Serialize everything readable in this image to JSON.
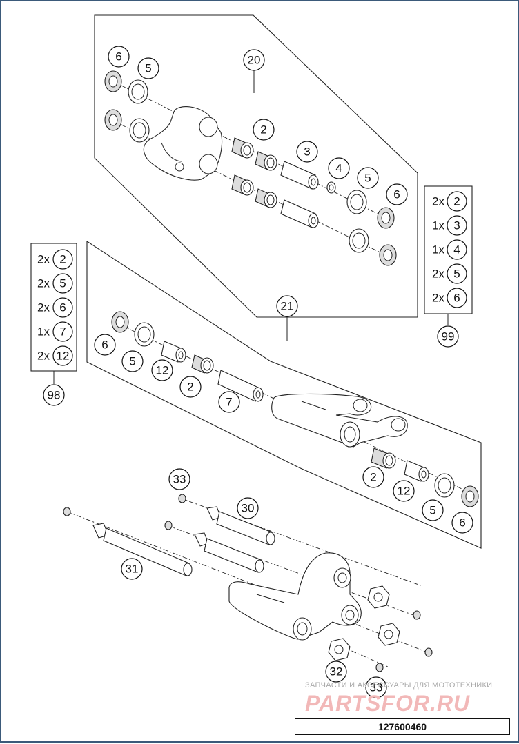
{
  "document_code": "127600460",
  "watermark": {
    "subtitle": "ЗАПЧАСТИ И АКСЕССУАРЫ ДЛЯ МОТОТЕХНИКИ",
    "brand": "PARTSFOR.RU"
  },
  "kit_labels": {
    "kit_20": "20",
    "kit_21": "21",
    "kit_98": "98",
    "kit_99": "99"
  },
  "callouts": {
    "c6a": "6",
    "c5a": "5",
    "c2a": "2",
    "c3a": "3",
    "c4a": "4",
    "c5b": "5",
    "c6b": "6",
    "c6c": "6",
    "c5c": "5",
    "c12a": "12",
    "c2b": "2",
    "c7": "7",
    "c2c": "2",
    "c12b": "12",
    "c5d": "5",
    "c6d": "6",
    "c33a": "33",
    "c30": "30",
    "c31": "31",
    "c32": "32",
    "c33b": "33"
  },
  "kit_98_contents": [
    {
      "qty": "2x",
      "part": "2"
    },
    {
      "qty": "2x",
      "part": "5"
    },
    {
      "qty": "2x",
      "part": "6"
    },
    {
      "qty": "1x",
      "part": "7"
    },
    {
      "qty": "2x",
      "part": "12"
    }
  ],
  "kit_99_contents": [
    {
      "qty": "2x",
      "part": "2"
    },
    {
      "qty": "1x",
      "part": "3"
    },
    {
      "qty": "1x",
      "part": "4"
    },
    {
      "qty": "2x",
      "part": "5"
    },
    {
      "qty": "2x",
      "part": "6"
    }
  ]
}
